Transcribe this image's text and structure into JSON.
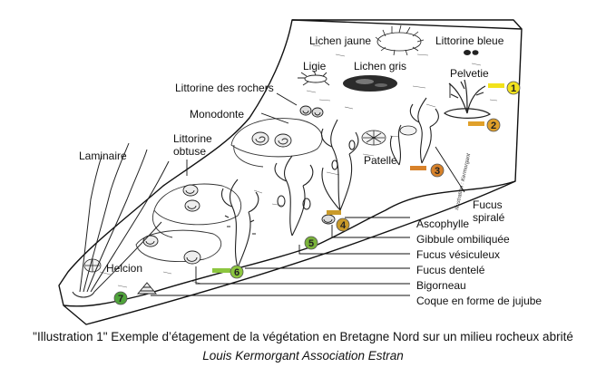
{
  "labels": {
    "lichen_jaune": "Lichen jaune",
    "littorine_bleue": "Littorine bleue",
    "ligie": "Ligie",
    "lichen_gris": "Lichen gris",
    "pelvetie": "Pelvetie",
    "littorine_des_rochers": "Littorine des rochers",
    "monodonte": "Monodonte",
    "littorine_obtuse": "Littorine\nobtuse",
    "laminaire": "Laminaire",
    "patelle": "Patelle",
    "fucus_spirale": "Fucus\nspiralé",
    "helcion": "Helcion",
    "ascophylle": "Ascophylle",
    "gibbule": "Gibbule ombiliquée",
    "fucus_vesiculeux": "Fucus vésiculeux",
    "fucus_dentele": "Fucus dentelé",
    "bigorneau": "Bigorneau",
    "coque": "Coque en forme de jujube"
  },
  "zones": [
    {
      "number": "1",
      "color": "#f2e21c"
    },
    {
      "number": "2",
      "color": "#e0a02a"
    },
    {
      "number": "3",
      "color": "#d8822a"
    },
    {
      "number": "4",
      "color": "#c99a2a"
    },
    {
      "number": "5",
      "color": "#7ab33a"
    },
    {
      "number": "6",
      "color": "#8cc63f"
    },
    {
      "number": "7",
      "color": "#4fa43a"
    }
  ],
  "signature": "Illustration : Kermorgant",
  "caption": {
    "line1": "\"Illustration 1\" Exemple d’étagement de la végétation en Bretagne Nord sur un milieu rocheux abrité",
    "line2": "Louis Kermorgant Association Estran"
  }
}
